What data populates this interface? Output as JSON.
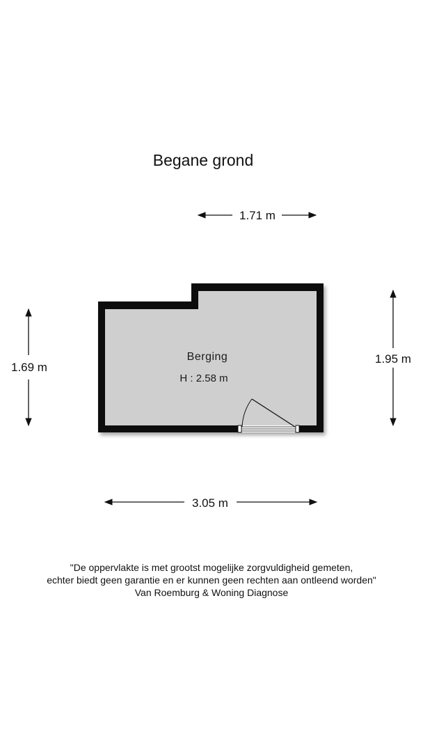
{
  "floor_title": "Begane grond",
  "room": {
    "name": "Berging",
    "height": "H : 2.58 m"
  },
  "dimensions": {
    "top": "1.71 m",
    "left": "1.69 m",
    "right": "1.95 m",
    "bottom": "3.05 m"
  },
  "disclaimer": {
    "line1": "\"De oppervlakte is met grootst mogelijke zorgvuldigheid gemeten,",
    "line2": "echter biedt geen garantie en er kunnen geen rechten aan ontleend worden\"",
    "line3": "Van Roemburg & Woning Diagnose"
  },
  "colors": {
    "wall": "#111111",
    "floor": "#cfcfcf"
  }
}
